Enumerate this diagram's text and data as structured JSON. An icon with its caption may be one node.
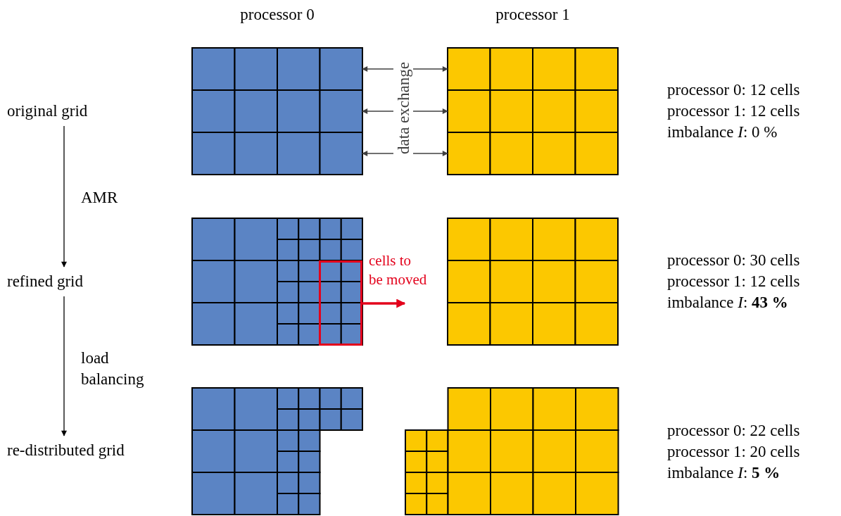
{
  "diagram": {
    "nodes": [
      {
        "text": [],
        "shape": "grid",
        "beside": [
          "processor 0"
        ]
      },
      {
        "text": [
          "data exchange"
        ]
      },
      {
        "text": [],
        "shape": "grid",
        "beside": [
          "processor 1"
        ]
      },
      {
        "text": [
          "original grid"
        ]
      },
      {
        "text": [],
        "shape": "grid"
      },
      {
        "text": [
          "cells to be moved"
        ],
        "in": 4
      },
      {
        "text": [],
        "shape": "grid"
      },
      {
        "text": [
          "refined grid"
        ]
      },
      {
        "text": [],
        "shape": "grid"
      },
      {
        "text": [],
        "shape": "grid"
      },
      {
        "text": [
          "re-distributed grid"
        ]
      }
    ],
    "edges": [
      {
        "from": 1,
        "to": 0,
        "arrow": "to"
      },
      {
        "from": 1,
        "to": 2,
        "arrow": "to"
      },
      {
        "from": 1,
        "to": 0,
        "arrow": "to"
      },
      {
        "from": 1,
        "to": 2,
        "arrow": "to"
      },
      {
        "from": 1,
        "to": 0,
        "arrow": "to"
      },
      {
        "from": 1,
        "to": 2,
        "arrow": "to"
      },
      {
        "from": 3,
        "to": 7,
        "arrow": "to",
        "label": "AMR",
        "color": "#000000"
      },
      {
        "from": 7,
        "to": 10,
        "arrow": "to",
        "label": "load balancing",
        "color": "#000000"
      },
      {
        "from": 5,
        "to": null,
        "arrow": "to",
        "style": "thick",
        "color": "#e3001b"
      }
    ],
    "labels": [
      "processor 0: 12 cells",
      "processor 1: 12 cells",
      "imbalance *I*: 0 %",
      "processor 0: 30 cells",
      "processor 1: 12 cells",
      "imbalance *I*: **43 %**",
      "processor 0: 22 cells",
      "processor 1: 20 cells",
      "imbalance *I*: **5 %**"
    ]
  }
}
